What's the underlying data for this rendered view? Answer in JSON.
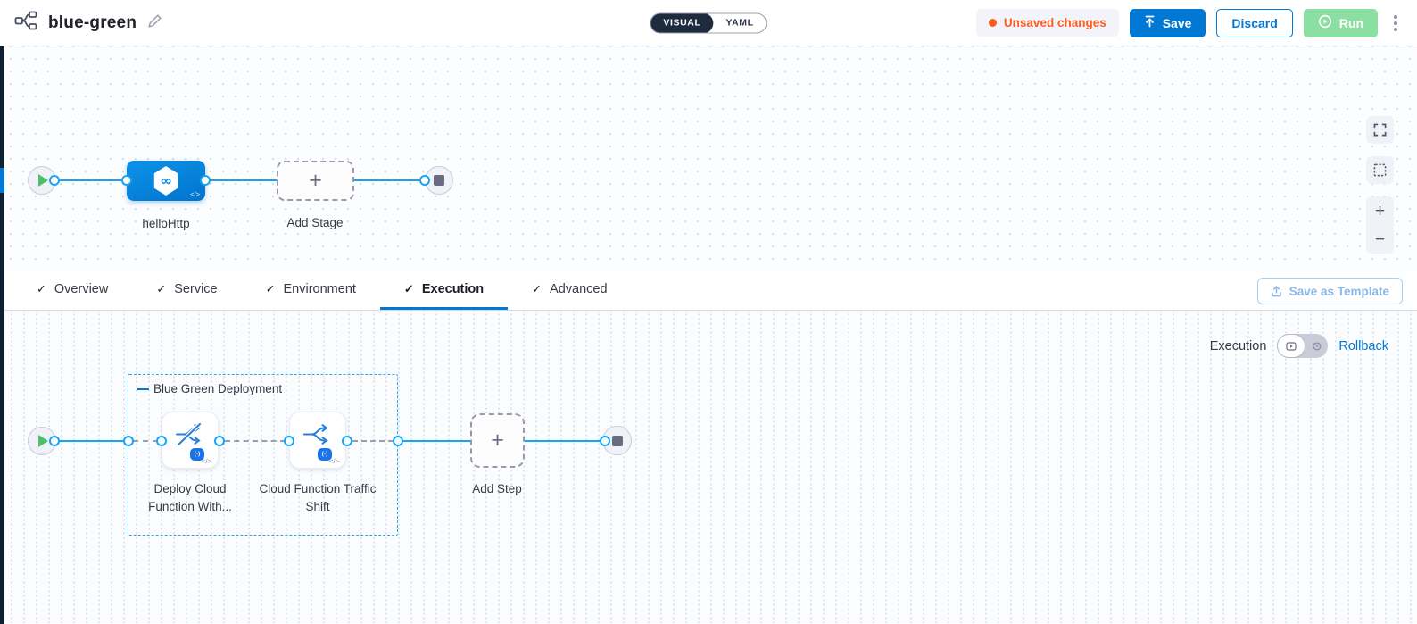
{
  "header": {
    "title": "blue-green",
    "mode": {
      "visual": "VISUAL",
      "yaml": "YAML"
    },
    "unsaved_label": "Unsaved changes",
    "save_label": "Save",
    "discard_label": "Discard",
    "run_label": "Run"
  },
  "stage_canvas": {
    "stage_name": "helloHttp",
    "add_stage_label": "Add Stage",
    "plus": "+",
    "code_glyph": "</>"
  },
  "tabs": {
    "check": "✓",
    "items": [
      {
        "label": "Overview"
      },
      {
        "label": "Service"
      },
      {
        "label": "Environment"
      },
      {
        "label": "Execution"
      },
      {
        "label": "Advanced"
      }
    ],
    "active": "Execution",
    "save_as_template_label": "Save as Template"
  },
  "execution_canvas": {
    "execution_label": "Execution",
    "rollback_label": "Rollback",
    "group_label": "Blue Green Deployment",
    "steps": [
      {
        "label": "Deploy Cloud Function With...",
        "badge": "(-)"
      },
      {
        "label": "Cloud Function Traffic Shift",
        "badge": "(-)"
      }
    ],
    "add_step_label": "Add Step",
    "plus": "+",
    "code_glyph": "</>",
    "infinity_glyph": "∞"
  },
  "zoom_controls": {
    "zoom_in": "+",
    "zoom_out": "−"
  },
  "colors": {
    "primary_blue": "#0278d5",
    "connector_blue": "#19a4f2",
    "navy": "#0f1e31",
    "toggle_navy": "#1d2b3d",
    "unsaved_orange": "#ff5c1f",
    "run_green": "#8cdfa2",
    "label_gray": "#383946",
    "dashed_gray": "#9899af"
  }
}
